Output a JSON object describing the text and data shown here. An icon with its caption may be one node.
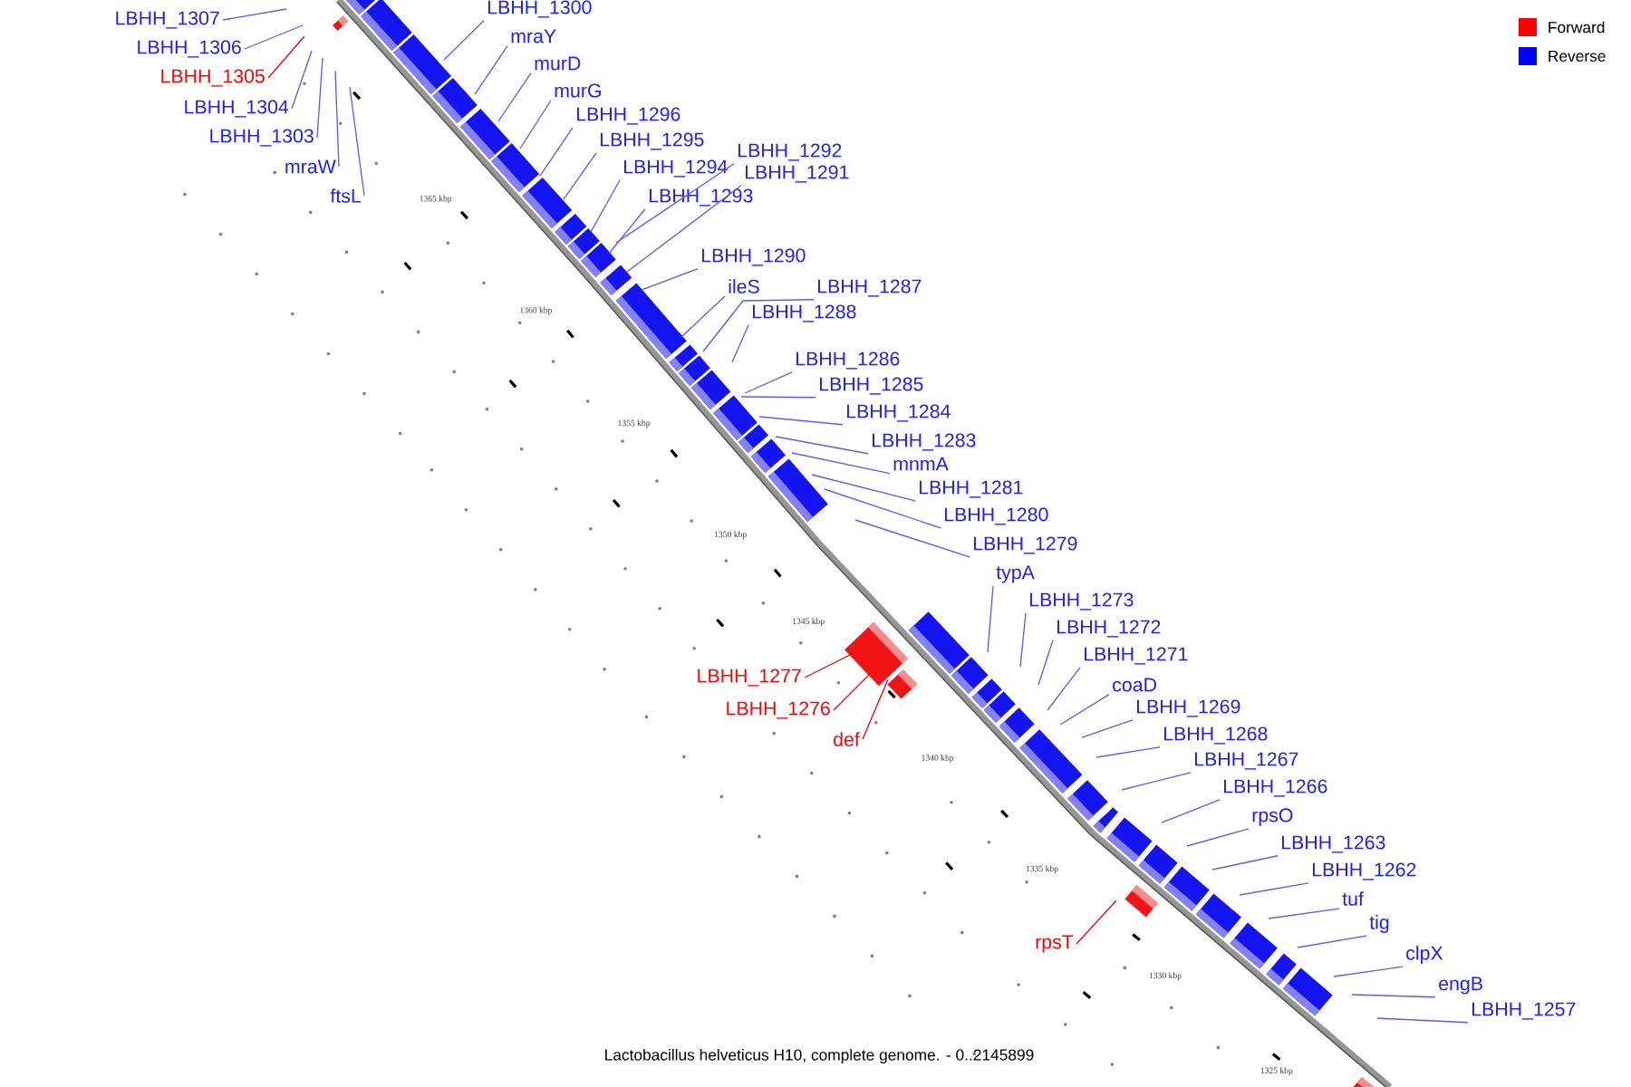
{
  "diagram": {
    "caption": "Lactobacillus helveticus H10, complete genome. - 0..2145899",
    "nodes": [
      {
        "text": [
          "LBHH_1307"
        ]
      },
      {
        "text": [
          "LBHH_1306"
        ]
      },
      {
        "text": [
          "LBHH_1305"
        ]
      },
      {
        "text": [
          "LBHH_1304"
        ]
      },
      {
        "text": [
          "LBHH_1303"
        ]
      },
      {
        "text": [
          "mraW"
        ]
      },
      {
        "text": [
          "ftsL"
        ]
      },
      {
        "text": [
          "LBHH_1300"
        ]
      },
      {
        "text": [
          "mraY"
        ]
      },
      {
        "text": [
          "murD"
        ]
      },
      {
        "text": [
          "murG"
        ]
      },
      {
        "text": [
          "LBHH_1296"
        ]
      },
      {
        "text": [
          "LBHH_1295"
        ]
      },
      {
        "text": [
          "LBHH_1292"
        ]
      },
      {
        "text": [
          "LBHH_1294"
        ]
      },
      {
        "text": [
          "LBHH_1291"
        ]
      },
      {
        "text": [
          "LBHH_1293"
        ]
      },
      {
        "text": [
          "LBHH_1290"
        ]
      },
      {
        "text": [
          "ileS"
        ]
      },
      {
        "text": [
          "LBHH_1287"
        ]
      },
      {
        "text": [
          "LBHH_1288"
        ]
      },
      {
        "text": [
          "LBHH_1286"
        ]
      },
      {
        "text": [
          "LBHH_1285"
        ]
      },
      {
        "text": [
          "LBHH_1284"
        ]
      },
      {
        "text": [
          "LBHH_1283"
        ]
      },
      {
        "text": [
          "mnmA"
        ]
      },
      {
        "text": [
          "LBHH_1281"
        ]
      },
      {
        "text": [
          "LBHH_1280"
        ]
      },
      {
        "text": [
          "LBHH_1279"
        ]
      },
      {
        "text": [
          "typA"
        ]
      },
      {
        "text": [
          "LBHH_1273"
        ]
      },
      {
        "text": [
          "LBHH_1272"
        ]
      },
      {
        "text": [
          "LBHH_1271"
        ]
      },
      {
        "text": [
          "LBHH_1277"
        ]
      },
      {
        "text": [
          "coaD"
        ]
      },
      {
        "text": [
          "LBHH_1276"
        ]
      },
      {
        "text": [
          "LBHH_1269"
        ]
      },
      {
        "text": [
          "def"
        ]
      },
      {
        "text": [
          "LBHH_1268"
        ]
      },
      {
        "text": [
          "LBHH_1267"
        ]
      },
      {
        "text": [
          "LBHH_1266"
        ]
      },
      {
        "text": [
          "rpsO"
        ]
      },
      {
        "text": [
          "LBHH_1263"
        ]
      },
      {
        "text": [
          "LBHH_1262"
        ]
      },
      {
        "text": [
          "tuf"
        ]
      },
      {
        "text": [
          "tig"
        ]
      },
      {
        "text": [
          "rpsT"
        ]
      },
      {
        "text": [
          "clpX"
        ]
      },
      {
        "text": [
          "engB"
        ]
      },
      {
        "text": [
          "LBHH_1257"
        ]
      }
    ],
    "edges": [
      {
        "from": 0,
        "to": null,
        "arrow": "none"
      },
      {
        "from": 1,
        "to": null,
        "arrow": "none"
      },
      {
        "from": 2,
        "to": null,
        "arrow": "none",
        "color": "#ff0000"
      },
      {
        "from": 3,
        "to": null,
        "arrow": "none"
      },
      {
        "from": 4,
        "to": null,
        "arrow": "none"
      },
      {
        "from": 5,
        "to": null,
        "arrow": "none"
      },
      {
        "from": 6,
        "to": null,
        "arrow": "none"
      },
      {
        "from": 7,
        "to": null,
        "arrow": "none"
      },
      {
        "from": 8,
        "to": null,
        "arrow": "none"
      },
      {
        "from": 9,
        "to": null,
        "arrow": "none"
      },
      {
        "from": 10,
        "to": null,
        "arrow": "none"
      },
      {
        "from": 11,
        "to": null,
        "arrow": "none"
      },
      {
        "from": 12,
        "to": null,
        "arrow": "none"
      },
      {
        "from": 13,
        "to": null,
        "arrow": "none"
      },
      {
        "from": 14,
        "to": null,
        "arrow": "none"
      },
      {
        "from": 15,
        "to": null,
        "arrow": "none"
      },
      {
        "from": 16,
        "to": null,
        "arrow": "none"
      },
      {
        "from": 17,
        "to": null,
        "arrow": "none"
      },
      {
        "from": 18,
        "to": null,
        "arrow": "none"
      },
      {
        "from": 19,
        "to": null,
        "arrow": "none"
      },
      {
        "from": 20,
        "to": null,
        "arrow": "none"
      },
      {
        "from": 21,
        "to": null,
        "arrow": "none"
      },
      {
        "from": 22,
        "to": null,
        "arrow": "none"
      },
      {
        "from": 23,
        "to": null,
        "arrow": "none"
      },
      {
        "from": 24,
        "to": null,
        "arrow": "none"
      },
      {
        "from": 25,
        "to": null,
        "arrow": "none"
      },
      {
        "from": 26,
        "to": null,
        "arrow": "none"
      },
      {
        "from": 27,
        "to": null,
        "arrow": "none"
      },
      {
        "from": 28,
        "to": null,
        "arrow": "none"
      },
      {
        "from": 29,
        "to": null,
        "arrow": "none"
      },
      {
        "from": 30,
        "to": null,
        "arrow": "none"
      },
      {
        "from": 31,
        "to": null,
        "arrow": "none"
      },
      {
        "from": 32,
        "to": null,
        "arrow": "none"
      },
      {
        "from": 33,
        "to": null,
        "arrow": "none",
        "color": "#ff0000"
      },
      {
        "from": 34,
        "to": null,
        "arrow": "none"
      },
      {
        "from": 35,
        "to": null,
        "arrow": "none",
        "color": "#ff0000"
      },
      {
        "from": 36,
        "to": null,
        "arrow": "none"
      },
      {
        "from": 37,
        "to": null,
        "arrow": "none",
        "color": "#ff0000"
      },
      {
        "from": 38,
        "to": null,
        "arrow": "none"
      },
      {
        "from": 39,
        "to": null,
        "arrow": "none"
      },
      {
        "from": 40,
        "to": null,
        "arrow": "none"
      },
      {
        "from": 41,
        "to": null,
        "arrow": "none"
      },
      {
        "from": 42,
        "to": null,
        "arrow": "none"
      },
      {
        "from": 43,
        "to": null,
        "arrow": "none"
      },
      {
        "from": 44,
        "to": null,
        "arrow": "none"
      },
      {
        "from": 45,
        "to": null,
        "arrow": "none"
      },
      {
        "from": 46,
        "to": null,
        "arrow": "none",
        "color": "#ff0000"
      },
      {
        "from": 47,
        "to": null,
        "arrow": "none"
      },
      {
        "from": 48,
        "to": null,
        "arrow": "none"
      },
      {
        "from": 49,
        "to": null,
        "arrow": "none"
      }
    ],
    "labels": [
      "1365 kbp",
      "1360 kbp",
      "1355 kbp",
      "1350 kbp",
      "1345 kbp",
      "1340 kbp",
      "1335 kbp",
      "1330 kbp",
      "1325 kbp"
    ],
    "legend": [
      {
        "text": "Forward",
        "color": "#ff0000"
      },
      {
        "text": "Reverse",
        "color": "#0000ff"
      }
    ]
  }
}
